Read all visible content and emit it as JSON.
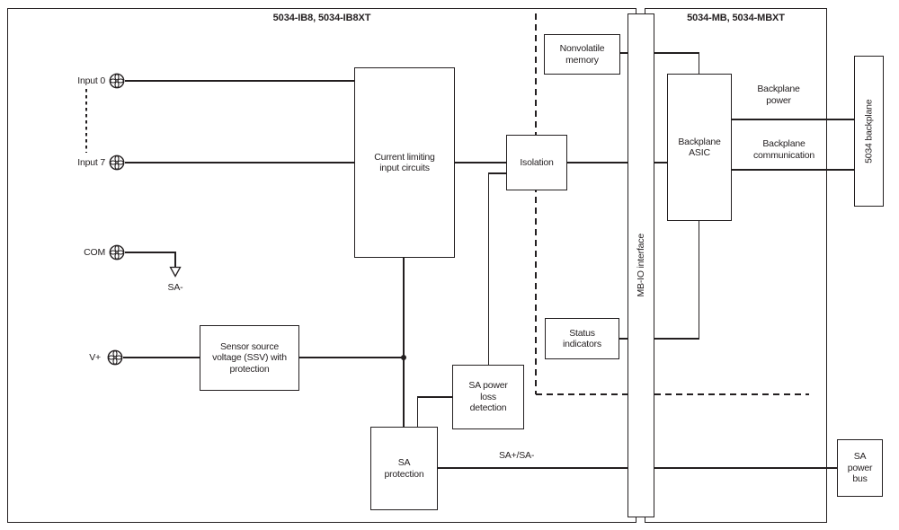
{
  "colors": {
    "line": "#231f20",
    "background": "#ffffff"
  },
  "left_module": {
    "title": "5034-IB8, 5034-IB8XT",
    "terminals": [
      {
        "label": "Input 0"
      },
      {
        "label": "Input 7"
      },
      {
        "label": "COM"
      },
      {
        "label": "V+"
      }
    ],
    "sa_minus_label": "SA-",
    "blocks": {
      "current_limiting": "Current limiting\ninput circuits",
      "isolation": "Isolation",
      "ssv": "Sensor source\nvoltage (SSV) with\nprotection",
      "sa_power_loss": "SA power\nloss\ndetection",
      "sa_protection": "SA\nprotection"
    },
    "labels": {
      "sa_bus": "SA+/SA-"
    }
  },
  "right_module": {
    "title": "5034-MB, 5034-MBXT",
    "blocks": {
      "nonvolatile_memory": "Nonvolatile\nmemory",
      "backplane_asic": "Backplane\nASIC",
      "status_indicators": "Status\nindicators"
    },
    "labels": {
      "backplane_power": "Backplane\npower",
      "backplane_communication": "Backplane\ncommunication"
    }
  },
  "interface": {
    "mb_io": "MB-IO interface"
  },
  "external": {
    "backplane": "5034 backplane",
    "sa_power_bus": "SA\npower\nbus"
  }
}
